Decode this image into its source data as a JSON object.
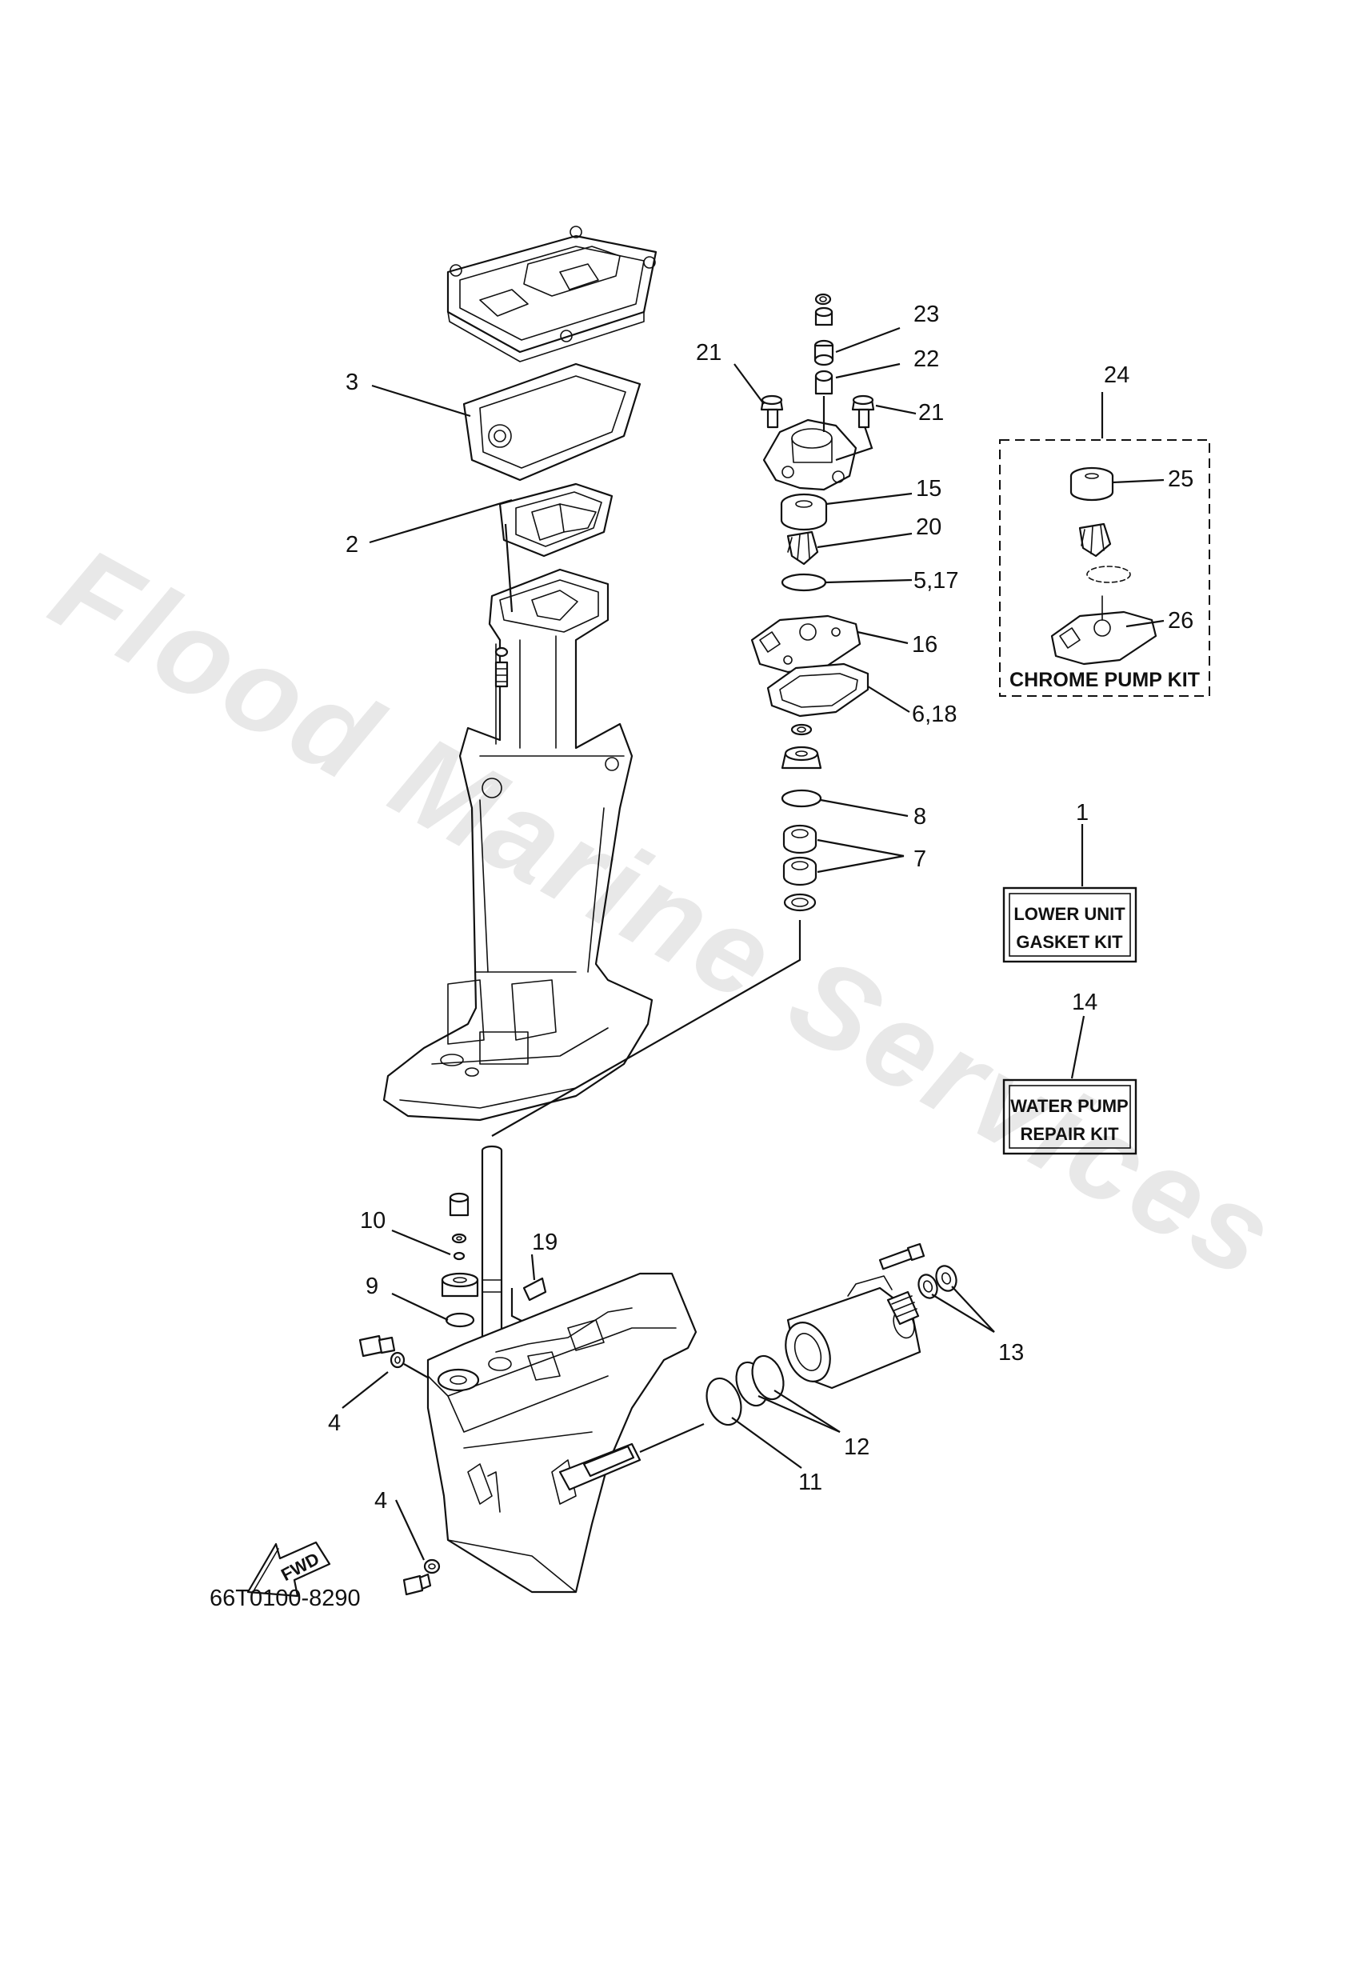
{
  "watermark": "Flood Marine Services",
  "diagram_code": "66T0100-8290",
  "fwd_label": "FWD",
  "callouts": {
    "c1": "1",
    "c2": "2",
    "c3": "3",
    "c4a": "4",
    "c4b": "4",
    "c5_17": "5,17",
    "c6_18": "6,18",
    "c7": "7",
    "c8": "8",
    "c9": "9",
    "c10": "10",
    "c11": "11",
    "c12": "12",
    "c13": "13",
    "c14": "14",
    "c15": "15",
    "c16": "16",
    "c19": "19",
    "c20": "20",
    "c21a": "21",
    "c21b": "21",
    "c22": "22",
    "c23": "23",
    "c24": "24",
    "c25": "25",
    "c26": "26"
  },
  "kits": {
    "chrome_pump_kit": "CHROME PUMP KIT",
    "lower_unit_gasket_kit": {
      "line1": "LOWER UNIT",
      "line2": "GASKET KIT"
    },
    "water_pump_repair_kit": {
      "line1": "WATER PUMP",
      "line2": "REPAIR KIT"
    }
  }
}
